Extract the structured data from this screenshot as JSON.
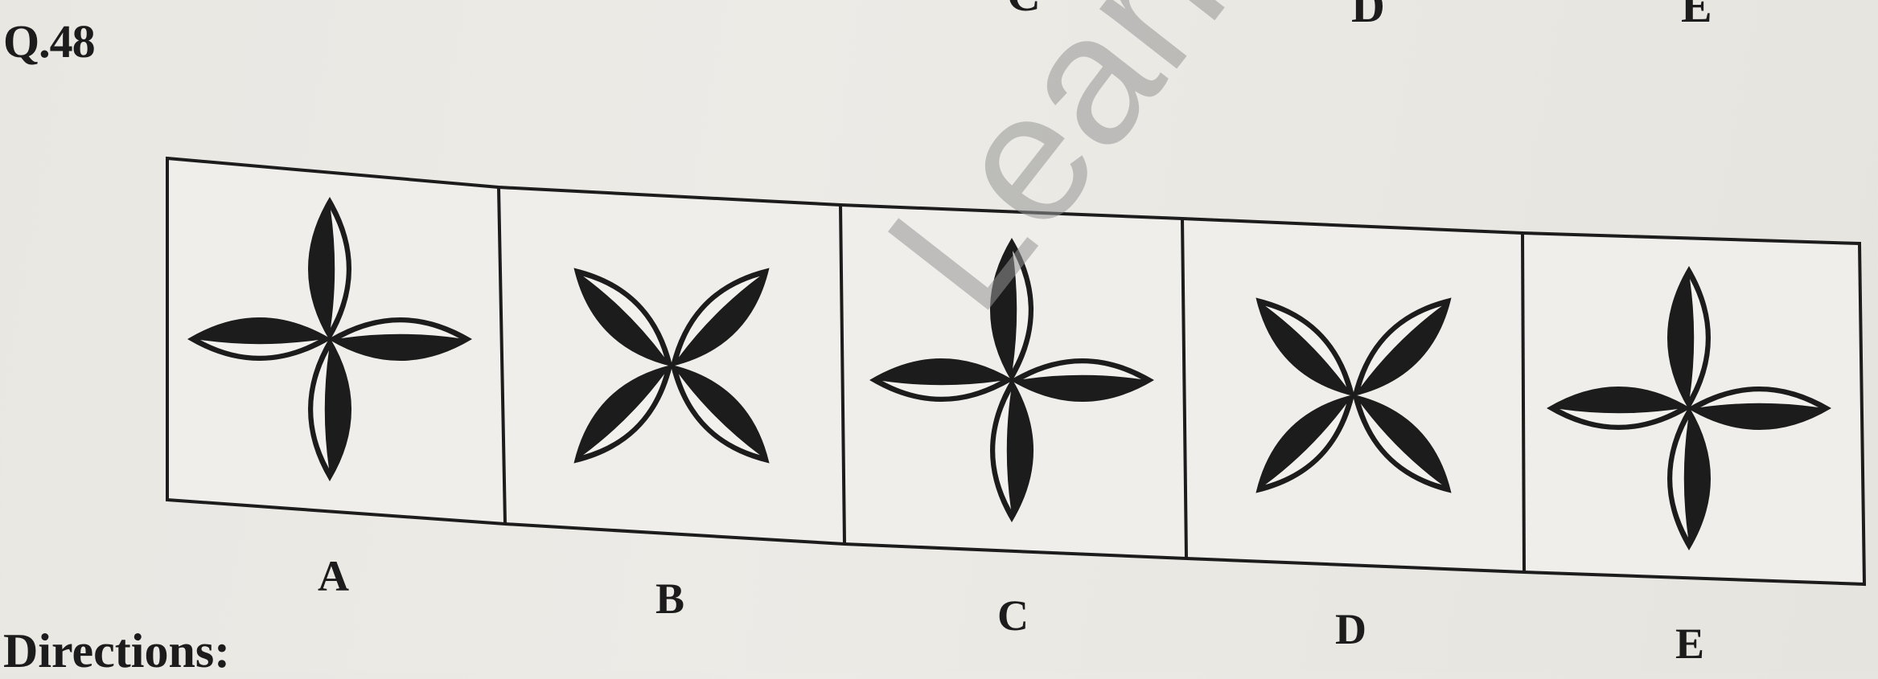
{
  "question": {
    "number": "Q.48"
  },
  "top_fragments": {
    "c": "C",
    "d": "D",
    "e": "E"
  },
  "options": [
    {
      "label": "A",
      "orientation": "plus"
    },
    {
      "label": "B",
      "orientation": "cross"
    },
    {
      "label": "C",
      "orientation": "plus"
    },
    {
      "label": "D",
      "orientation": "cross"
    },
    {
      "label": "E",
      "orientation": "plus"
    }
  ],
  "directions": {
    "label": "Directions:"
  },
  "watermark": {
    "text": "Learn"
  },
  "colors": {
    "ink": "#1c1c1c",
    "paper": "#eae8e3",
    "watermark": "#9a9a9a"
  }
}
